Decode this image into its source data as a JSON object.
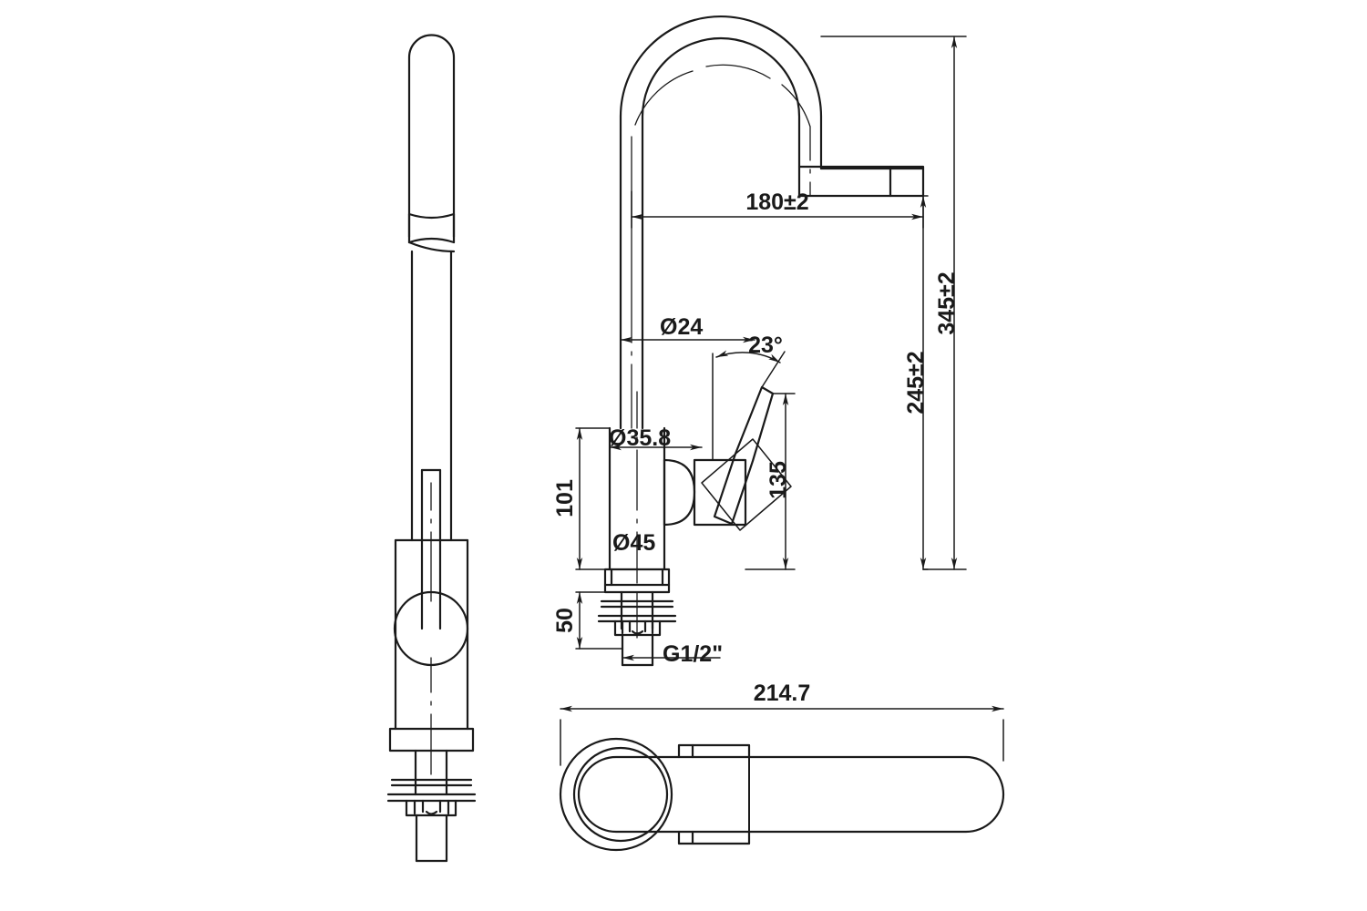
{
  "drawing": {
    "type": "technical-dimension-drawing",
    "subject": "single-lever kitchen mixer tap",
    "background_color": "#ffffff",
    "line_color": "#1a1a1a",
    "text_color": "#1a1a1a",
    "views": [
      {
        "id": "side-view",
        "name": "side elevation view"
      },
      {
        "id": "front-view",
        "name": "front elevation view"
      },
      {
        "id": "top-view",
        "name": "top plan view"
      }
    ]
  },
  "dimensions": {
    "reach": "180±2",
    "overall_height": "345±2",
    "spout_height": "245±2",
    "handle_height": "135",
    "body_height": "101",
    "thread_length": "50",
    "spout_tube_dia": "Ø24",
    "body_upper_dia": "Ø35.8",
    "base_dia": "Ø45",
    "thread_size": "G1/2\"",
    "handle_angle": "23°",
    "plan_length": "214.7"
  }
}
